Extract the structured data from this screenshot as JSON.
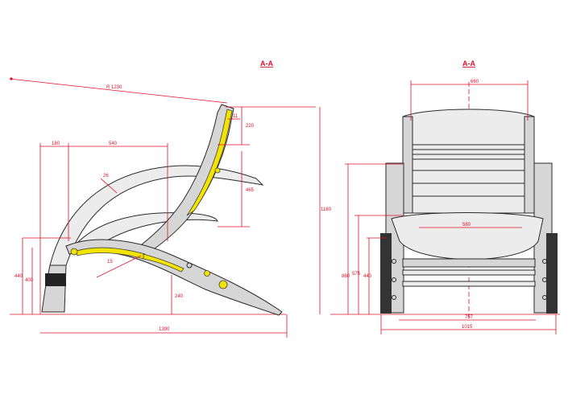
{
  "section_labels": {
    "side": "A-A",
    "front": "A-A"
  },
  "side_view": {
    "radius": "R 1230",
    "d_180": "180",
    "d_540": "540",
    "d_220": "220",
    "d_11": "11",
    "d_26": "26",
    "d_465": "465",
    "d_15": "15",
    "d_440": "440",
    "d_400": "400",
    "d_240": "240",
    "d_1180": "1180",
    "d_1390": "1390"
  },
  "front_view": {
    "d_660": "660",
    "d_580": "580",
    "d_860": "860",
    "d_575": "575",
    "d_440": "440",
    "d_757": "757",
    "d_1015": "1015"
  },
  "colors": {
    "dimension": "#e0102a",
    "highlight": "#f2e400",
    "outline": "#2a2a2a",
    "fill": "#d6d6d6"
  }
}
